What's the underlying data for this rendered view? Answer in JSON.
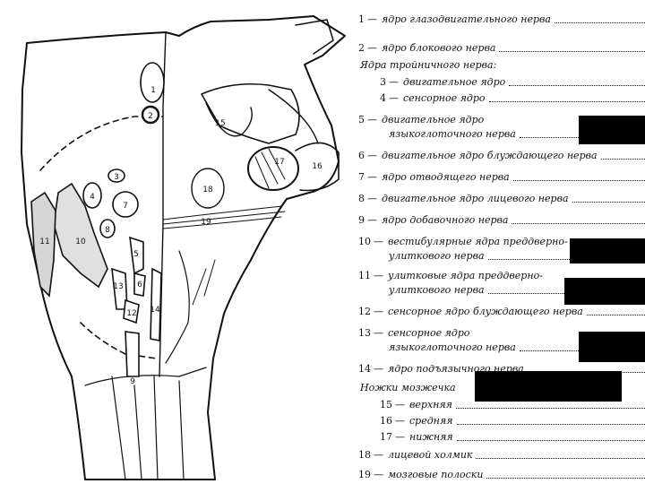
{
  "legend": {
    "items": [
      {
        "num": "1",
        "label": "ядро глазодвигательного нерва"
      },
      {
        "num": "2",
        "label": "ядро блокового нерва"
      },
      {
        "num": "3",
        "label": "двигательное ядро"
      },
      {
        "num": "4",
        "label": "сенсорное ядро"
      },
      {
        "num": "5",
        "label": "двигательное ядро",
        "label2": "языкоглоточного нерва"
      },
      {
        "num": "6",
        "label": "двигательное ядро блуждающего нерва"
      },
      {
        "num": "7",
        "label": "ядро отводящего нерва"
      },
      {
        "num": "8",
        "label": "двигательное ядро лицевого нерва"
      },
      {
        "num": "9",
        "label": "ядро добавочного нерва"
      },
      {
        "num": "10",
        "label": "вестибулярные ядра преддверно-",
        "label2": "улиткового нерва"
      },
      {
        "num": "11",
        "label": "улитковые ядра преддверно-",
        "label2": "улиткового нерва"
      },
      {
        "num": "12",
        "label": "сенсорное ядро блуждающего нерва"
      },
      {
        "num": "13",
        "label": "сенсорное ядро",
        "label2": "языкоглоточного нерва"
      },
      {
        "num": "14",
        "label": "ядро подъязычного нерва"
      },
      {
        "num": "15",
        "label": "верхняя"
      },
      {
        "num": "16",
        "label": "средняя"
      },
      {
        "num": "17",
        "label": "нижняя"
      },
      {
        "num": "18",
        "label": "лицевой холмик"
      },
      {
        "num": "19",
        "label": "мозговые полоски"
      }
    ],
    "header_trigeminal": "Ядра тройничного нерва:",
    "header_cerebellum": "Ножки мозжечка"
  },
  "figure": {
    "callouts": [
      "1",
      "2",
      "3",
      "4",
      "5",
      "6",
      "7",
      "8",
      "9",
      "10",
      "11",
      "12",
      "13",
      "14",
      "15",
      "16",
      "17",
      "18",
      "19"
    ]
  },
  "colors": {
    "ink": "#111111",
    "background": "#ffffff",
    "redaction": "#000000"
  }
}
